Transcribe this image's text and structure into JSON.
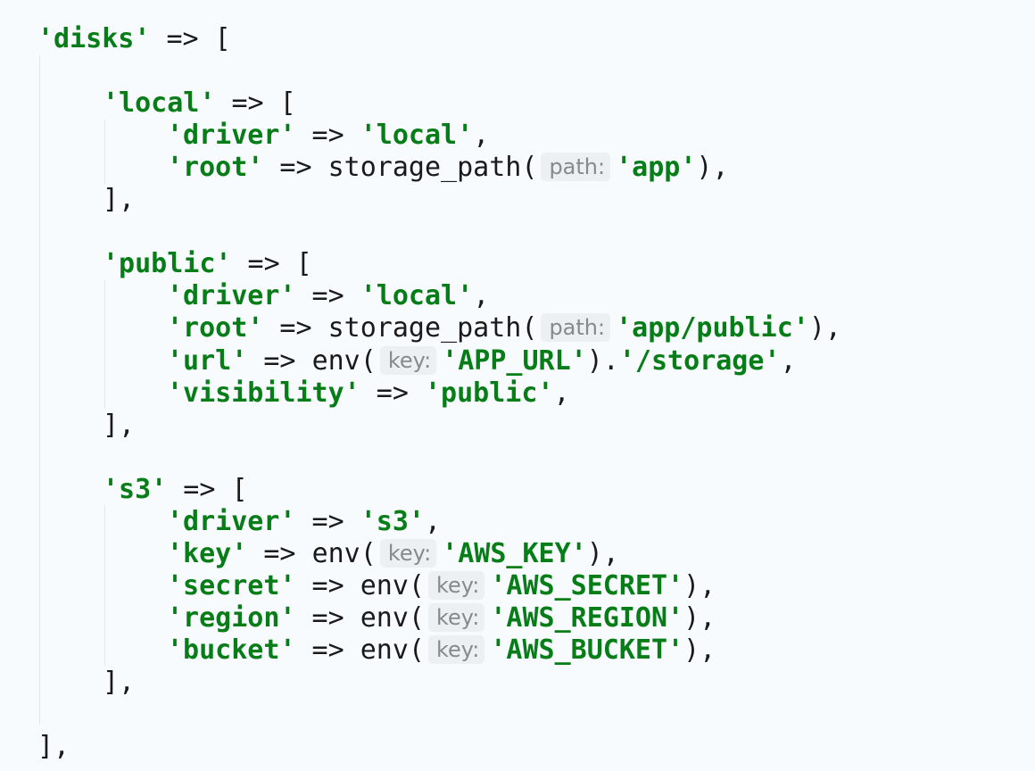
{
  "theme": {
    "background": "#f8fbfe",
    "string_color": "#067d17",
    "text_color": "#1a1a1a",
    "hint_background": "#edf0f3",
    "hint_color": "#858a8f"
  },
  "lines": [
    [
      {
        "t": "'disks'",
        "k": "str"
      },
      {
        "t": " => [",
        "k": "op"
      }
    ],
    [],
    [
      {
        "t": "'local'",
        "k": "str"
      },
      {
        "t": " => [",
        "k": "op"
      }
    ],
    [
      {
        "t": "'driver'",
        "k": "str"
      },
      {
        "t": " => ",
        "k": "op"
      },
      {
        "t": "'local'",
        "k": "str"
      },
      {
        "t": ",",
        "k": "punc"
      }
    ],
    [
      {
        "t": "'root'",
        "k": "str"
      },
      {
        "t": " => ",
        "k": "op"
      },
      {
        "t": "storage_path(",
        "k": "fn"
      },
      {
        "t": "path:",
        "k": "hint"
      },
      {
        "t": "'app'",
        "k": "str"
      },
      {
        "t": "),",
        "k": "punc"
      }
    ],
    [
      {
        "t": "],",
        "k": "punc"
      }
    ],
    [],
    [
      {
        "t": "'public'",
        "k": "str"
      },
      {
        "t": " => [",
        "k": "op"
      }
    ],
    [
      {
        "t": "'driver'",
        "k": "str"
      },
      {
        "t": " => ",
        "k": "op"
      },
      {
        "t": "'local'",
        "k": "str"
      },
      {
        "t": ",",
        "k": "punc"
      }
    ],
    [
      {
        "t": "'root'",
        "k": "str"
      },
      {
        "t": " => ",
        "k": "op"
      },
      {
        "t": "storage_path(",
        "k": "fn"
      },
      {
        "t": "path:",
        "k": "hint"
      },
      {
        "t": "'app/public'",
        "k": "str"
      },
      {
        "t": "),",
        "k": "punc"
      }
    ],
    [
      {
        "t": "'url'",
        "k": "str"
      },
      {
        "t": " => ",
        "k": "op"
      },
      {
        "t": "env(",
        "k": "fn"
      },
      {
        "t": "key:",
        "k": "hint"
      },
      {
        "t": "'APP_URL'",
        "k": "str"
      },
      {
        "t": ").",
        "k": "punc"
      },
      {
        "t": "'/storage'",
        "k": "str"
      },
      {
        "t": ",",
        "k": "punc"
      }
    ],
    [
      {
        "t": "'visibility'",
        "k": "str"
      },
      {
        "t": " => ",
        "k": "op"
      },
      {
        "t": "'public'",
        "k": "str"
      },
      {
        "t": ",",
        "k": "punc"
      }
    ],
    [
      {
        "t": "],",
        "k": "punc"
      }
    ],
    [],
    [
      {
        "t": "'s3'",
        "k": "str"
      },
      {
        "t": " => [",
        "k": "op"
      }
    ],
    [
      {
        "t": "'driver'",
        "k": "str"
      },
      {
        "t": " => ",
        "k": "op"
      },
      {
        "t": "'s3'",
        "k": "str"
      },
      {
        "t": ",",
        "k": "punc"
      }
    ],
    [
      {
        "t": "'key'",
        "k": "str"
      },
      {
        "t": " => ",
        "k": "op"
      },
      {
        "t": "env(",
        "k": "fn"
      },
      {
        "t": "key:",
        "k": "hint"
      },
      {
        "t": "'AWS_KEY'",
        "k": "str"
      },
      {
        "t": "),",
        "k": "punc"
      }
    ],
    [
      {
        "t": "'secret'",
        "k": "str"
      },
      {
        "t": " => ",
        "k": "op"
      },
      {
        "t": "env(",
        "k": "fn"
      },
      {
        "t": "key:",
        "k": "hint"
      },
      {
        "t": "'AWS_SECRET'",
        "k": "str"
      },
      {
        "t": "),",
        "k": "punc"
      }
    ],
    [
      {
        "t": "'region'",
        "k": "str"
      },
      {
        "t": " => ",
        "k": "op"
      },
      {
        "t": "env(",
        "k": "fn"
      },
      {
        "t": "key:",
        "k": "hint"
      },
      {
        "t": "'AWS_REGION'",
        "k": "str"
      },
      {
        "t": "),",
        "k": "punc"
      }
    ],
    [
      {
        "t": "'bucket'",
        "k": "str"
      },
      {
        "t": " => ",
        "k": "op"
      },
      {
        "t": "env(",
        "k": "fn"
      },
      {
        "t": "key:",
        "k": "hint"
      },
      {
        "t": "'AWS_BUCKET'",
        "k": "str"
      },
      {
        "t": "),",
        "k": "punc"
      }
    ],
    [
      {
        "t": "],",
        "k": "punc"
      }
    ],
    [],
    [
      {
        "t": "],",
        "k": "punc"
      }
    ]
  ]
}
